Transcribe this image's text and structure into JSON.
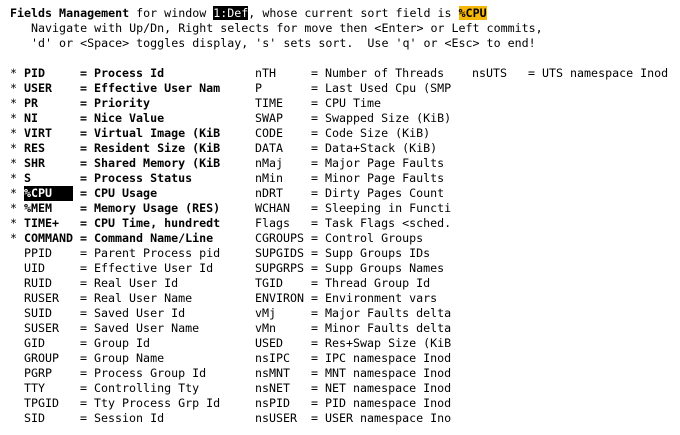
{
  "header": {
    "title_bold": "Fields Management",
    "title_mid": " for window ",
    "window_name": "1:Def",
    "title_after": ", whose current sort field is ",
    "sort_field": "%CPU",
    "help_line_1": "   Navigate with Up/Dn, Right selects for move then <Enter> or Left commits,",
    "help_line_2": "   'd' or <Space> toggles display, 's' sets sort.  Use 'q' or <Esc> to end!"
  },
  "colors": {
    "sort_badge_bg": "#f5b70a",
    "selected_bg": "#000000",
    "text": "#000000",
    "background": "#ffffff"
  },
  "fields": {
    "column_1": [
      {
        "mark": "*",
        "key": "PID",
        "desc": "Process Id",
        "displayed": true,
        "selected": false
      },
      {
        "mark": "*",
        "key": "USER",
        "desc": "Effective User Nam",
        "displayed": true,
        "selected": false
      },
      {
        "mark": "*",
        "key": "PR",
        "desc": "Priority",
        "displayed": true,
        "selected": false
      },
      {
        "mark": "*",
        "key": "NI",
        "desc": "Nice Value",
        "displayed": true,
        "selected": false
      },
      {
        "mark": "*",
        "key": "VIRT",
        "desc": "Virtual Image (KiB",
        "displayed": true,
        "selected": false
      },
      {
        "mark": "*",
        "key": "RES",
        "desc": "Resident Size (KiB",
        "displayed": true,
        "selected": false
      },
      {
        "mark": "*",
        "key": "SHR",
        "desc": "Shared Memory (KiB",
        "displayed": true,
        "selected": false
      },
      {
        "mark": "*",
        "key": "S",
        "desc": "Process Status",
        "displayed": true,
        "selected": false
      },
      {
        "mark": "*",
        "key": "%CPU",
        "desc": "CPU Usage",
        "displayed": true,
        "selected": true
      },
      {
        "mark": "*",
        "key": "%MEM",
        "desc": "Memory Usage (RES)",
        "displayed": true,
        "selected": false
      },
      {
        "mark": "*",
        "key": "TIME+",
        "desc": "CPU Time, hundredt",
        "displayed": true,
        "selected": false
      },
      {
        "mark": "*",
        "key": "COMMAND",
        "desc": "Command Name/Line",
        "displayed": true,
        "selected": false
      },
      {
        "mark": "",
        "key": "PPID",
        "desc": "Parent Process pid",
        "displayed": false,
        "selected": false
      },
      {
        "mark": "",
        "key": "UID",
        "desc": "Effective User Id",
        "displayed": false,
        "selected": false
      },
      {
        "mark": "",
        "key": "RUID",
        "desc": "Real User Id",
        "displayed": false,
        "selected": false
      },
      {
        "mark": "",
        "key": "RUSER",
        "desc": "Real User Name",
        "displayed": false,
        "selected": false
      },
      {
        "mark": "",
        "key": "SUID",
        "desc": "Saved User Id",
        "displayed": false,
        "selected": false
      },
      {
        "mark": "",
        "key": "SUSER",
        "desc": "Saved User Name",
        "displayed": false,
        "selected": false
      },
      {
        "mark": "",
        "key": "GID",
        "desc": "Group Id",
        "displayed": false,
        "selected": false
      },
      {
        "mark": "",
        "key": "GROUP",
        "desc": "Group Name",
        "displayed": false,
        "selected": false
      },
      {
        "mark": "",
        "key": "PGRP",
        "desc": "Process Group Id",
        "displayed": false,
        "selected": false
      },
      {
        "mark": "",
        "key": "TTY",
        "desc": "Controlling Tty",
        "displayed": false,
        "selected": false
      },
      {
        "mark": "",
        "key": "TPGID",
        "desc": "Tty Process Grp Id",
        "displayed": false,
        "selected": false
      },
      {
        "mark": "",
        "key": "SID",
        "desc": "Session Id",
        "displayed": false,
        "selected": false
      }
    ],
    "column_2": [
      {
        "mark": "",
        "key": "nTH",
        "desc": "Number of Threads",
        "displayed": false,
        "selected": false
      },
      {
        "mark": "",
        "key": "P",
        "desc": "Last Used Cpu (SMP",
        "displayed": false,
        "selected": false
      },
      {
        "mark": "",
        "key": "TIME",
        "desc": "CPU Time",
        "displayed": false,
        "selected": false
      },
      {
        "mark": "",
        "key": "SWAP",
        "desc": "Swapped Size (KiB)",
        "displayed": false,
        "selected": false
      },
      {
        "mark": "",
        "key": "CODE",
        "desc": "Code Size (KiB)",
        "displayed": false,
        "selected": false
      },
      {
        "mark": "",
        "key": "DATA",
        "desc": "Data+Stack (KiB)",
        "displayed": false,
        "selected": false
      },
      {
        "mark": "",
        "key": "nMaj",
        "desc": "Major Page Faults",
        "displayed": false,
        "selected": false
      },
      {
        "mark": "",
        "key": "nMin",
        "desc": "Minor Page Faults",
        "displayed": false,
        "selected": false
      },
      {
        "mark": "",
        "key": "nDRT",
        "desc": "Dirty Pages Count",
        "displayed": false,
        "selected": false
      },
      {
        "mark": "",
        "key": "WCHAN",
        "desc": "Sleeping in Functi",
        "displayed": false,
        "selected": false
      },
      {
        "mark": "",
        "key": "Flags",
        "desc": "Task Flags <sched.",
        "displayed": false,
        "selected": false
      },
      {
        "mark": "",
        "key": "CGROUPS",
        "desc": "Control Groups",
        "displayed": false,
        "selected": false
      },
      {
        "mark": "",
        "key": "SUPGIDS",
        "desc": "Supp Groups IDs",
        "displayed": false,
        "selected": false
      },
      {
        "mark": "",
        "key": "SUPGRPS",
        "desc": "Supp Groups Names",
        "displayed": false,
        "selected": false
      },
      {
        "mark": "",
        "key": "TGID",
        "desc": "Thread Group Id",
        "displayed": false,
        "selected": false
      },
      {
        "mark": "",
        "key": "ENVIRON",
        "desc": "Environment vars",
        "displayed": false,
        "selected": false
      },
      {
        "mark": "",
        "key": "vMj",
        "desc": "Major Faults delta",
        "displayed": false,
        "selected": false
      },
      {
        "mark": "",
        "key": "vMn",
        "desc": "Minor Faults delta",
        "displayed": false,
        "selected": false
      },
      {
        "mark": "",
        "key": "USED",
        "desc": "Res+Swap Size (KiB",
        "displayed": false,
        "selected": false
      },
      {
        "mark": "",
        "key": "nsIPC",
        "desc": "IPC namespace Inod",
        "displayed": false,
        "selected": false
      },
      {
        "mark": "",
        "key": "nsMNT",
        "desc": "MNT namespace Inod",
        "displayed": false,
        "selected": false
      },
      {
        "mark": "",
        "key": "nsNET",
        "desc": "NET namespace Inod",
        "displayed": false,
        "selected": false
      },
      {
        "mark": "",
        "key": "nsPID",
        "desc": "PID namespace Inod",
        "displayed": false,
        "selected": false
      },
      {
        "mark": "",
        "key": "nsUSER",
        "desc": "USER namespace Ino",
        "displayed": false,
        "selected": false
      }
    ],
    "column_3": [
      {
        "mark": "",
        "key": "nsUTS",
        "desc": "UTS namespace Inod",
        "displayed": false,
        "selected": false
      }
    ]
  },
  "equals": "="
}
